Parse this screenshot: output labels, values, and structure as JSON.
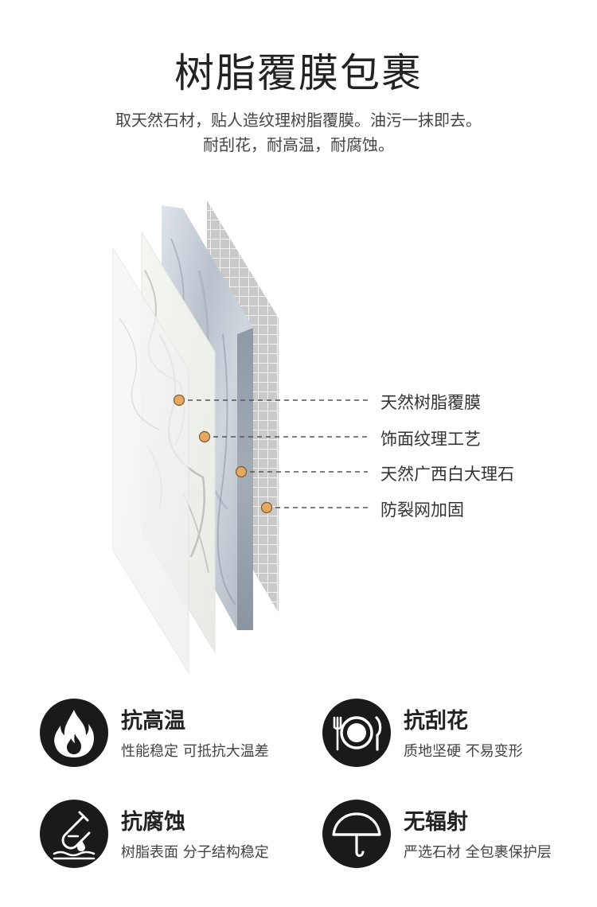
{
  "header": {
    "title": "树脂覆膜包裹",
    "subtitle_line1": "取天然石材，贴人造纹理树脂覆膜。油污一抹即去。",
    "subtitle_line2": "耐刮花，耐高温，耐腐蚀。"
  },
  "layers": {
    "callouts": [
      "天然树脂覆膜",
      "饰面纹理工艺",
      "天然广西白大理石",
      "防裂网加固"
    ],
    "marker_color": "#e6a860"
  },
  "features": [
    {
      "title": "抗高温",
      "desc": "性能稳定 可抵抗大温差",
      "icon": "flame-icon"
    },
    {
      "title": "抗刮花",
      "desc": "质地坚硬 不易变形",
      "icon": "fork-plate-knife-icon"
    },
    {
      "title": "抗腐蚀",
      "desc": "树脂表面 分子结构稳定",
      "icon": "test-tube-icon"
    },
    {
      "title": "无辐射",
      "desc": "严选石材 全包裹保护层",
      "icon": "umbrella-icon"
    }
  ]
}
